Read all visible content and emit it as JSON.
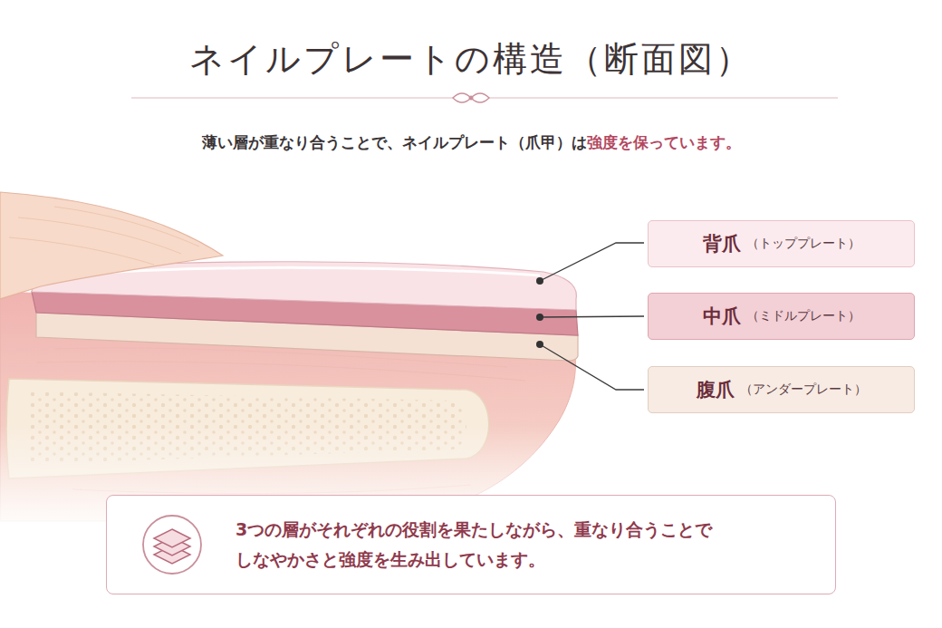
{
  "diagram": {
    "title": "ネイルプレートの構造（断面図）",
    "nodes": [
      {
        "text": [
          "背爪",
          "（トッププレート）"
        ]
      },
      {
        "text": [
          "中爪",
          "（ミドルプレート）"
        ]
      },
      {
        "text": [
          "腹爪",
          "（アンダープレート）"
        ]
      },
      {
        "text": [
          "3つの層がそれぞれの役割を果たしながら、重なり合うことで しなやかさと強度を生み出しています。"
        ]
      }
    ],
    "labels": [
      "薄い層が重なり合うことで、ネイルプレート（爪甲）は",
      "強度を保っています。"
    ]
  }
}
